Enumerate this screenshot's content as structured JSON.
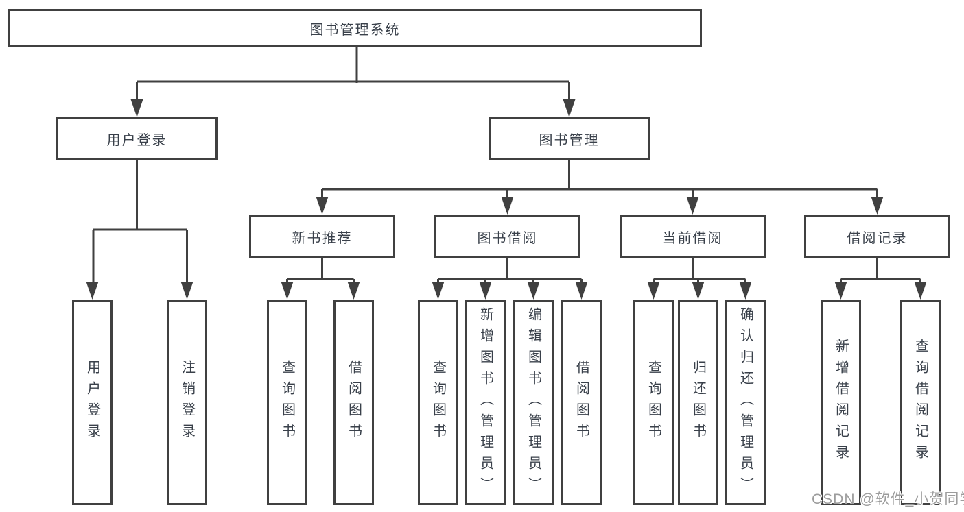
{
  "colors": {
    "background": "#ffffff",
    "line": "#404040",
    "node_border": "#404040",
    "node_text": "#39404a",
    "watermark_text": "#9c9c9c"
  },
  "root": {
    "label": "图书管理系统"
  },
  "level2": [
    {
      "label": "用户登录"
    },
    {
      "label": "图书管理"
    }
  ],
  "level3": [
    {
      "label": "新书推荐"
    },
    {
      "label": "图书借阅"
    },
    {
      "label": "当前借阅"
    },
    {
      "label": "借阅记录"
    }
  ],
  "leaves": [
    {
      "label": "用户登录"
    },
    {
      "label": "注销登录"
    },
    {
      "label": "查询图书"
    },
    {
      "label": "借阅图书"
    },
    {
      "label": "查询图书"
    },
    {
      "label": "新增图书（管理员）"
    },
    {
      "label": "编辑图书（管理员）"
    },
    {
      "label": "借阅图书"
    },
    {
      "label": "查询图书"
    },
    {
      "label": "归还图书"
    },
    {
      "label": "确认归还（管理员）"
    },
    {
      "label": "新增借阅记录"
    },
    {
      "label": "查询借阅记录"
    }
  ],
  "watermark": {
    "text": "CSDN @软件_小贺同学"
  }
}
